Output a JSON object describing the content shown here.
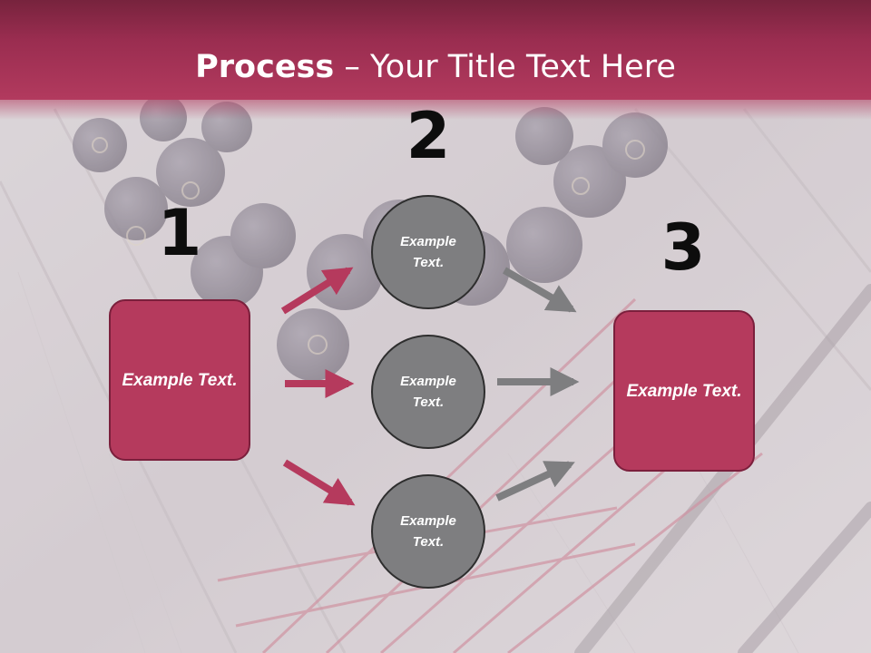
{
  "slide": {
    "title_bold": "Process",
    "title_rest": " – Your Title Text Here"
  },
  "steps": {
    "step1_number": "1",
    "step2_number": "2",
    "step3_number": "3"
  },
  "left_box": {
    "label": "Example Text."
  },
  "right_box": {
    "label": "Example Text."
  },
  "circles": [
    {
      "label": "Example Text."
    },
    {
      "label": "Example Text."
    },
    {
      "label": "Example Text."
    }
  ],
  "colors": {
    "header": "#a23052",
    "box_fill": "#b53a5d",
    "box_border": "#7b1f3c",
    "circle_fill": "#7e7e80",
    "pink_arrow": "#b53a5d",
    "gray_arrow": "#7e7e80"
  }
}
